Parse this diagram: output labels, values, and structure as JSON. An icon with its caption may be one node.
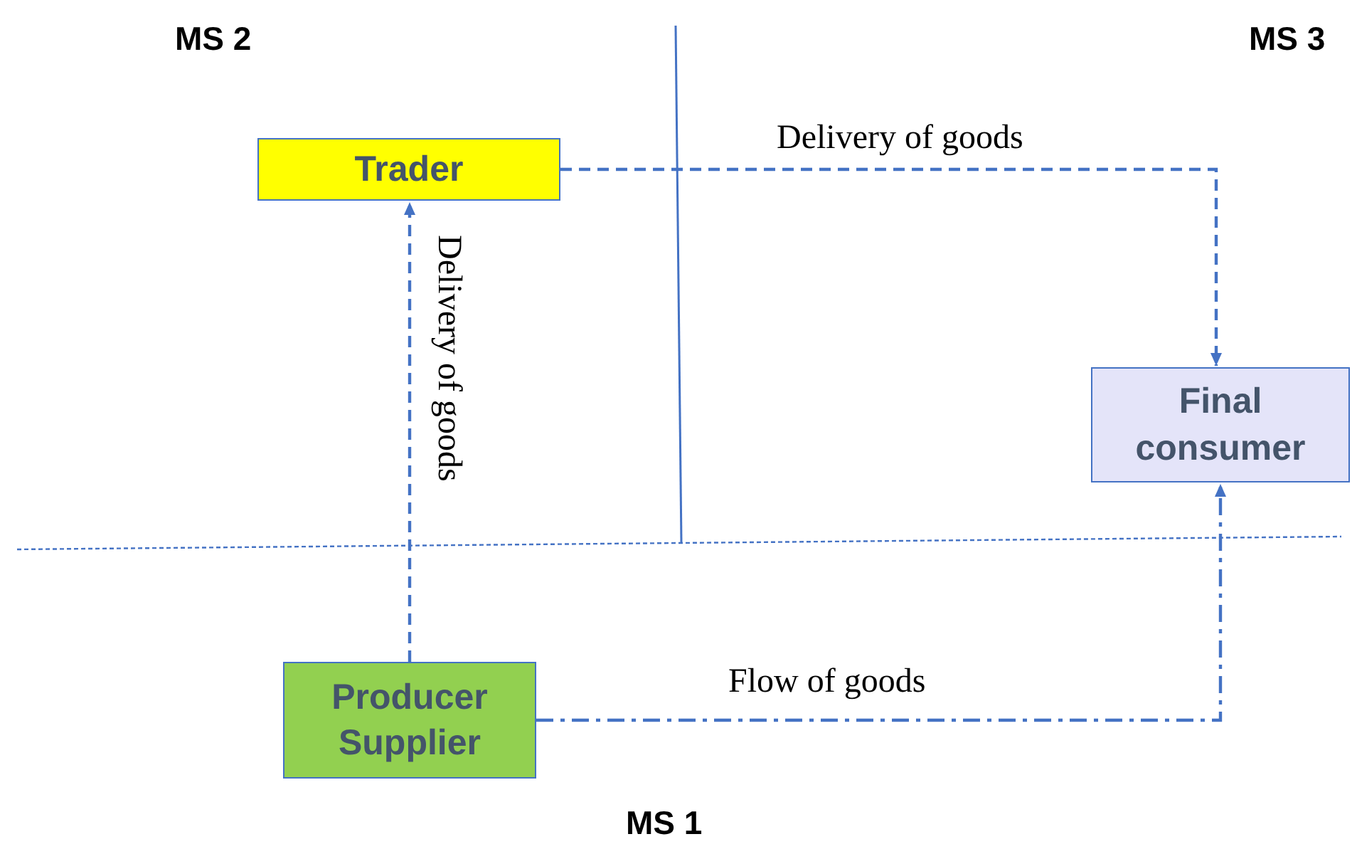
{
  "diagram": {
    "nodes": [
      {
        "text": [
          "Trader"
        ]
      },
      {
        "text": [
          "Final consumer"
        ]
      },
      {
        "text": [
          "Producer Supplier"
        ]
      }
    ],
    "edges": [
      {
        "from": 2,
        "to": 0,
        "arrow": "to",
        "label": "Delivery of goods",
        "style": "dashed"
      },
      {
        "from": 0,
        "to": 1,
        "arrow": "to",
        "label": "Delivery of goods",
        "style": "dashed"
      },
      {
        "from": 2,
        "to": 1,
        "arrow": "to",
        "label": "Flow of goods",
        "style": "dashed"
      }
    ],
    "labels": [
      "MS 2",
      "MS 3",
      "MS 1"
    ]
  }
}
